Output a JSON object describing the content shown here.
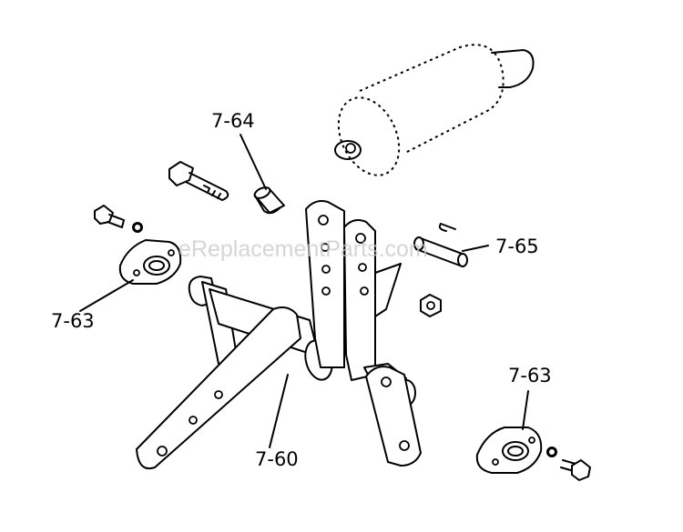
{
  "watermark": "eReplacementParts.com",
  "callouts": [
    {
      "id": "c764",
      "label": "7-64"
    },
    {
      "id": "c765",
      "label": "7-65"
    },
    {
      "id": "c763a",
      "label": "7-63"
    },
    {
      "id": "c763b",
      "label": "7-63"
    },
    {
      "id": "c760",
      "label": "7-60"
    }
  ]
}
